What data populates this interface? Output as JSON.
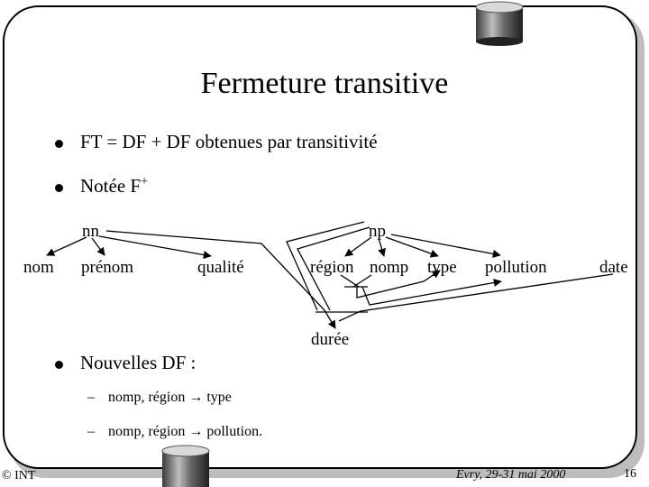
{
  "slide": {
    "title": "Fermeture transitive",
    "bullets": [
      "FT = DF + DF obtenues par transitivité",
      "Notée F",
      "Nouvelles DF :"
    ],
    "superscript": "+",
    "new_df": [
      "nomp, région → type",
      "nomp, région → pollution."
    ],
    "dash": "–"
  },
  "diagram": {
    "nodes": {
      "nn": "nn",
      "np": "np",
      "nom": "nom",
      "prenom": "prénom",
      "qualite": "qualité",
      "region": "région",
      "nomp": "nomp",
      "type": "type",
      "pollution": "pollution",
      "date": "date",
      "duree": "durée"
    }
  },
  "footer": {
    "left": "© INT",
    "center": "Evry, 29-31 mai 2000",
    "page": "16"
  }
}
